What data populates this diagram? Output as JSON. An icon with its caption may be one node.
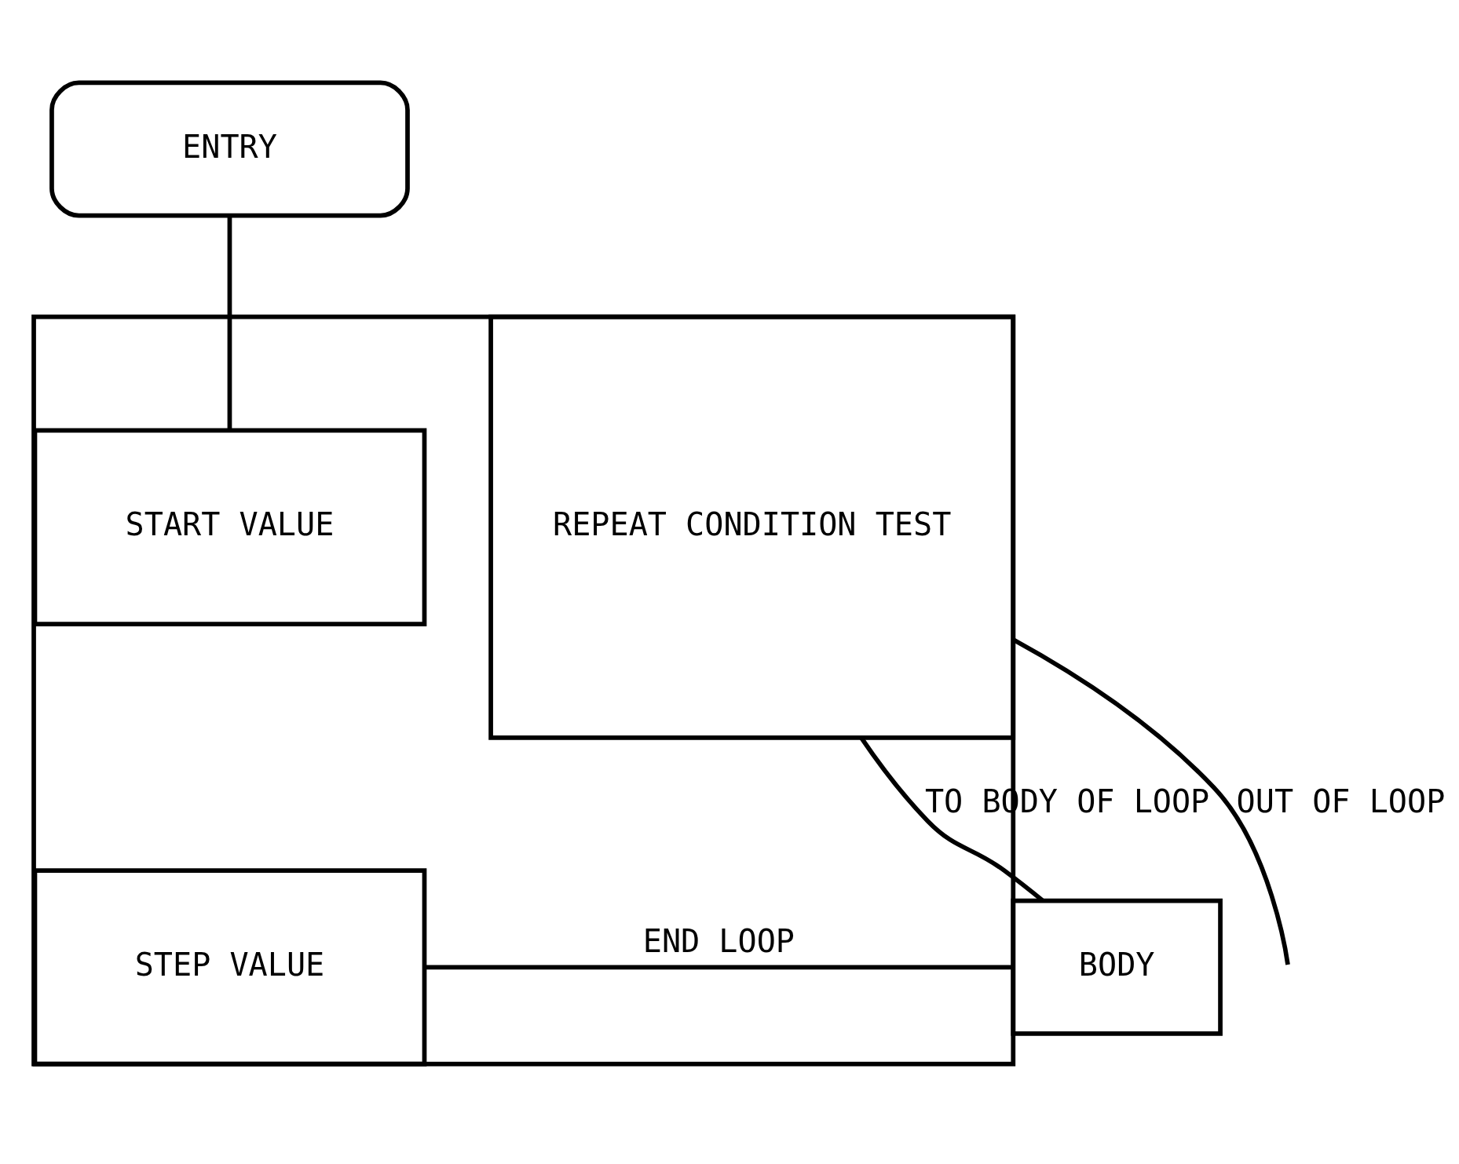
{
  "diagram": {
    "nodes": [
      {
        "text": [
          "ENTRY"
        ]
      },
      {
        "text": [],
        "shape": "box"
      },
      {
        "text": [
          "START VALUE"
        ],
        "in": 1
      },
      {
        "text": [
          "STEP VALUE"
        ],
        "in": 1
      },
      {
        "text": [
          "REPEAT CONDITION TEST"
        ],
        "in": 1
      },
      {
        "text": [
          "BODY"
        ]
      }
    ],
    "edges": [
      {
        "from": 0,
        "to": 1,
        "arrow": "none"
      },
      {
        "from": 4,
        "to": null,
        "arrow": "none",
        "label": "OUT OF LOOP"
      },
      {
        "from": 4,
        "to": 5,
        "arrow": "none",
        "label": "TO BODY OF LOOP"
      },
      {
        "from": 5,
        "to": 3,
        "arrow": "none",
        "label": "END LOOP"
      }
    ]
  }
}
